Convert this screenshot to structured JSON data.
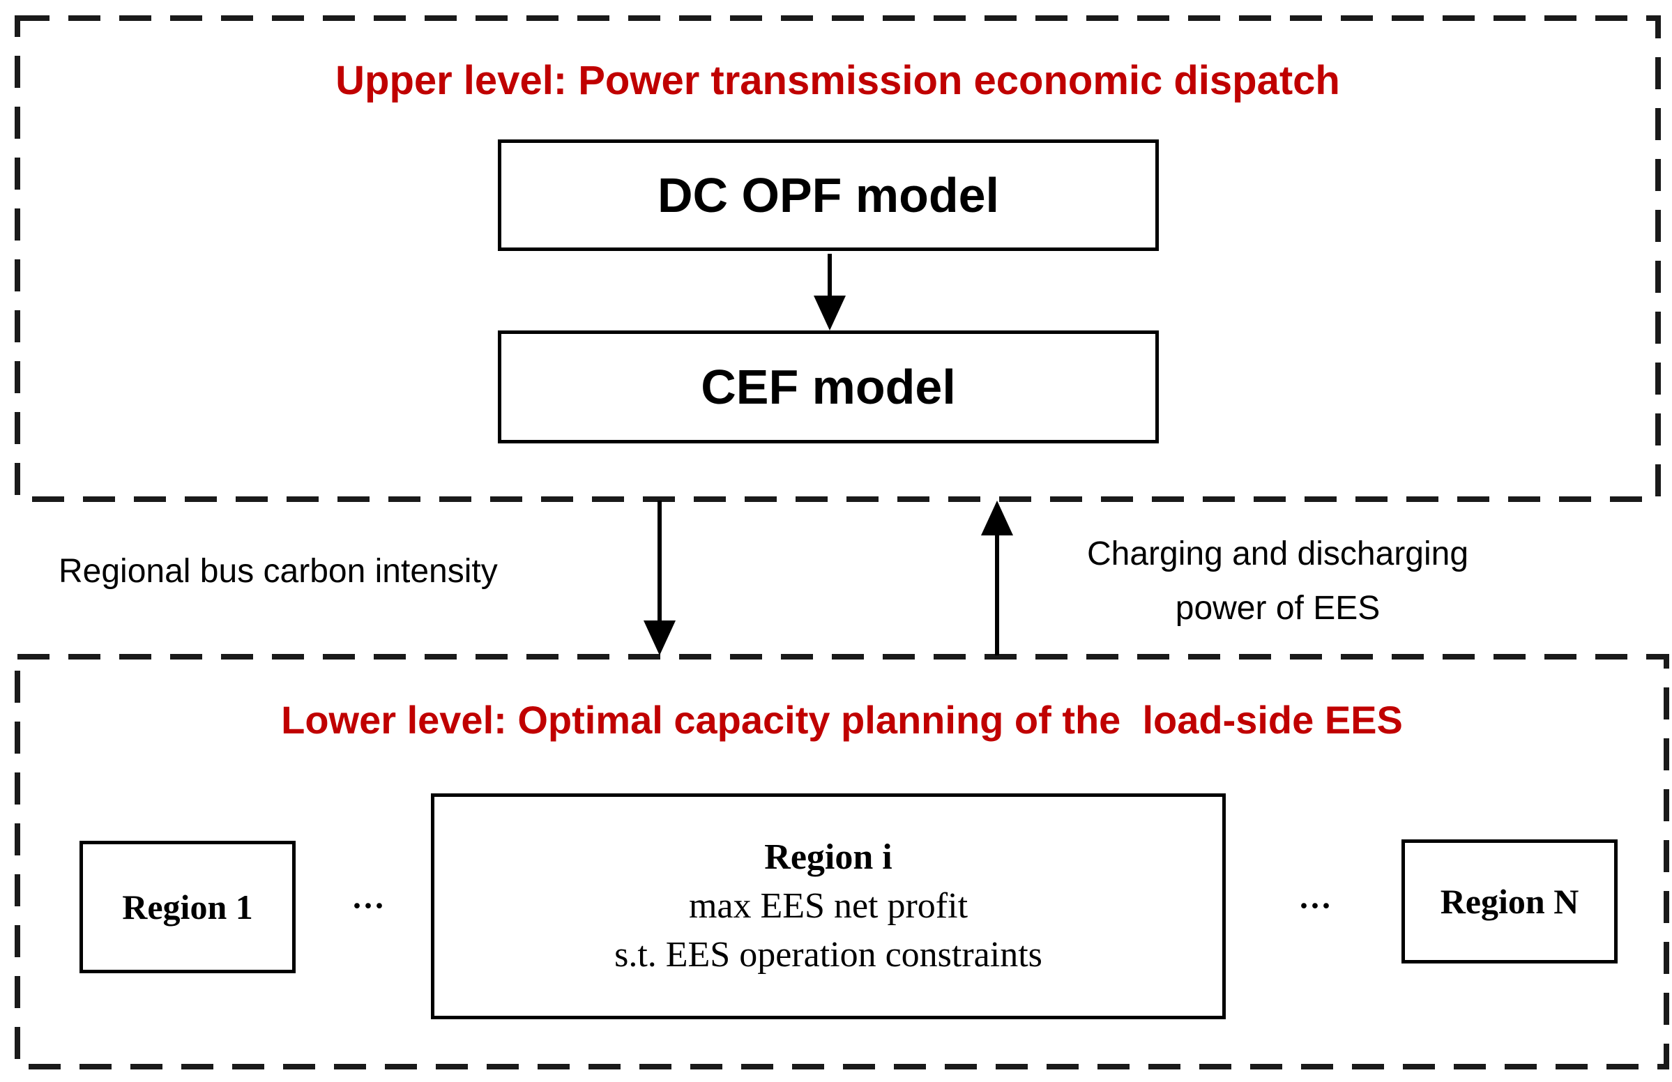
{
  "colors": {
    "title_red": "#c00000",
    "line_black": "#000000",
    "background": "#ffffff"
  },
  "upper_panel": {
    "title": "Upper level: Power transmission economic dispatch",
    "dc_opf_label": "DC OPF model",
    "cef_label": "CEF model"
  },
  "coupling": {
    "down_arrow_label": "Regional bus carbon intensity",
    "up_arrow_label_line1": "Charging and discharging",
    "up_arrow_label_line2": "power of EES"
  },
  "lower_panel": {
    "title": "Lower level: Optimal capacity planning of the  load-side EES",
    "region_first_label": "Region 1",
    "ellipsis_left": "···",
    "region_center_title": "Region i",
    "region_center_line2": "max EES net profit",
    "region_center_line3": "s.t. EES operation constraints",
    "ellipsis_right": "···",
    "region_last_label": "Region N"
  }
}
